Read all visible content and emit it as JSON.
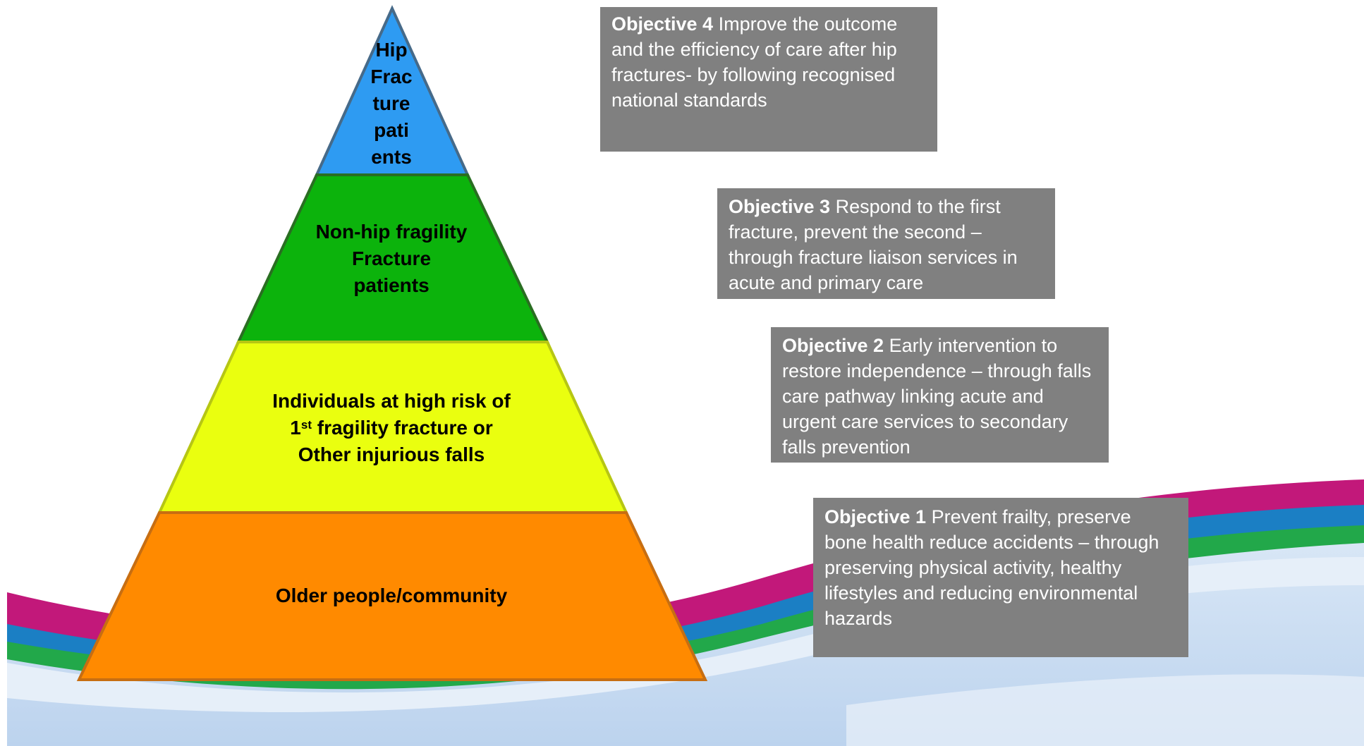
{
  "pyramid": {
    "tiers": [
      {
        "id": "hip",
        "lines": [
          "Hip",
          "Frac",
          "ture",
          "pati",
          "ents"
        ],
        "color": "#2e9bf2"
      },
      {
        "id": "nonhip",
        "lines": [
          "Non-hip fragility",
          "Fracture",
          "patients"
        ],
        "color": "#0cb30c"
      },
      {
        "id": "risk",
        "line1": "Individuals at high risk of",
        "line2_num": "1",
        "line2_sup": "st",
        "line2_rest": " fragility fracture or",
        "line3": "Other injurious falls",
        "color": "#eaff0f"
      },
      {
        "id": "older",
        "lines": [
          "Older people/community"
        ],
        "color": "#ff8a00"
      }
    ]
  },
  "objectives": [
    {
      "id": "obj4",
      "title": "Objective 4",
      "text": " Improve the outcome and the efficiency of care after hip fractures- by following recognised national standards"
    },
    {
      "id": "obj3",
      "title": "Objective 3",
      "text": " Respond to the first fracture, prevent the second – through fracture liaison services in acute and primary care"
    },
    {
      "id": "obj2",
      "title": "Objective 2",
      "text": " Early intervention to restore independence – through falls care pathway linking acute and urgent care services to secondary falls prevention"
    },
    {
      "id": "obj1",
      "title": "Objective 1",
      "text": " Prevent frailty, preserve bone health reduce accidents – through preserving physical activity, healthy lifestyles and reducing environmental hazards"
    }
  ],
  "colors": {
    "objective_box": "#808080",
    "wave_magenta": "#c2187a",
    "wave_blue": "#1b7fc4",
    "wave_green": "#22a84a",
    "wave_light": "#cfe0f3"
  }
}
